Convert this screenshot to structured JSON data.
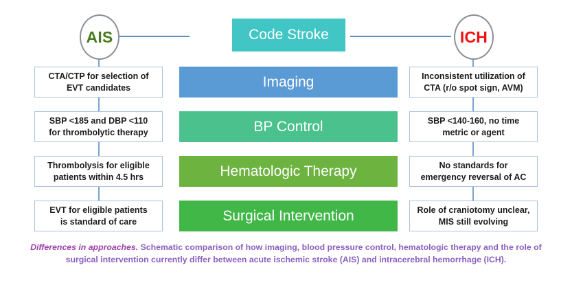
{
  "figure": {
    "title": "Differences in approaches",
    "endpoints": {
      "left": {
        "label": "AIS",
        "color": "#4a7a1e"
      },
      "right": {
        "label": "ICH",
        "color": "#ee1111"
      }
    },
    "root": {
      "label": "Code Stroke",
      "color": "#42c5c5"
    },
    "center_bars": [
      {
        "label": "Imaging",
        "color": "#5b9bd5"
      },
      {
        "label": "BP Control",
        "color": "#4bc18d"
      },
      {
        "label": "Hematologic Therapy",
        "color": "#6cb33f"
      },
      {
        "label": "Surgical Intervention",
        "color": "#41b748"
      }
    ],
    "left_column": [
      {
        "line1": "CTA/CTP for selection of",
        "line2": "EVT candidates"
      },
      {
        "line1": "SBP <185 and DBP <110",
        "line2": "for thrombolytic therapy"
      },
      {
        "line1": "Thrombolysis for eligible",
        "line2": "patients within 4.5 hrs"
      },
      {
        "line1": "EVT for eligible patients",
        "line2": "is standard of care"
      }
    ],
    "right_column": [
      {
        "line1": "Inconsistent utilization of",
        "line2": "CTA (r/o spot sign, AVM)"
      },
      {
        "line1": "SBP <140-160, no time",
        "line2": "metric or agent"
      },
      {
        "line1": "No standards for",
        "line2": "emergency reversal of AC"
      },
      {
        "line1": "Role of craniotomy unclear,",
        "line2": "MIS still evolving"
      }
    ],
    "caption": {
      "lead": "Differences in approaches.",
      "body": " Schematic comparison of how imaging, blood pressure control, hematologic therapy and the role of surgical intervention currently differ between acute ischemic stroke (AIS) and intracerebral hemorrhage (ICH)."
    }
  }
}
